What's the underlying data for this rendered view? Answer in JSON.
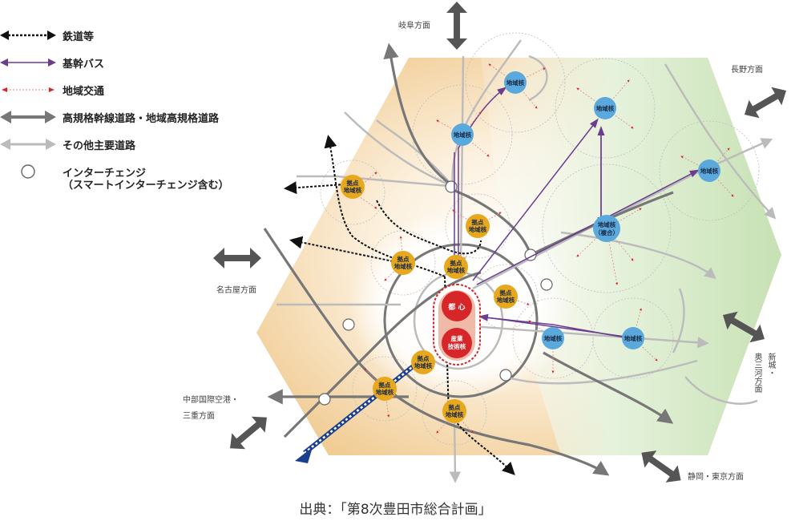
{
  "legend": {
    "rail": "鉄道等",
    "bus": "基幹バス",
    "local": "地域交通",
    "highway": "高規格幹線道路・地域高規格道路",
    "road": "その他主要道路",
    "ic_line1": "インターチェンジ",
    "ic_line2": "（スマートインターチェンジ含む）"
  },
  "directions": {
    "gifu": "岐阜方面",
    "nagano": "長野方面",
    "nagoya": "名古屋方面",
    "chubu_1": "中部国際空港・",
    "chubu_2": "三重方面",
    "shizuoka": "静岡・東京方面",
    "shinshiro_1": "新城・",
    "shinshiro_2": "奥三河方面"
  },
  "nodes": {
    "region": "地域核",
    "region_complex_1": "地域核",
    "region_complex_2": "（複合）",
    "hub_1": "拠点",
    "hub_2": "地域核",
    "toshin": "都 心",
    "industry_1": "産業",
    "industry_2": "技術核"
  },
  "caption": "出典：「第8次豊田市総合計画」",
  "colors": {
    "region_node": "#5aa8dc",
    "hub_node": "#e8a81e",
    "core": "#d6262a",
    "bus": "#6a3d8f",
    "highway": "#777777",
    "road": "#bbbbbb",
    "rail_line": "#1b3f8f",
    "green_area": "#cfe6c0",
    "orange_area": "#f3d2a0"
  }
}
